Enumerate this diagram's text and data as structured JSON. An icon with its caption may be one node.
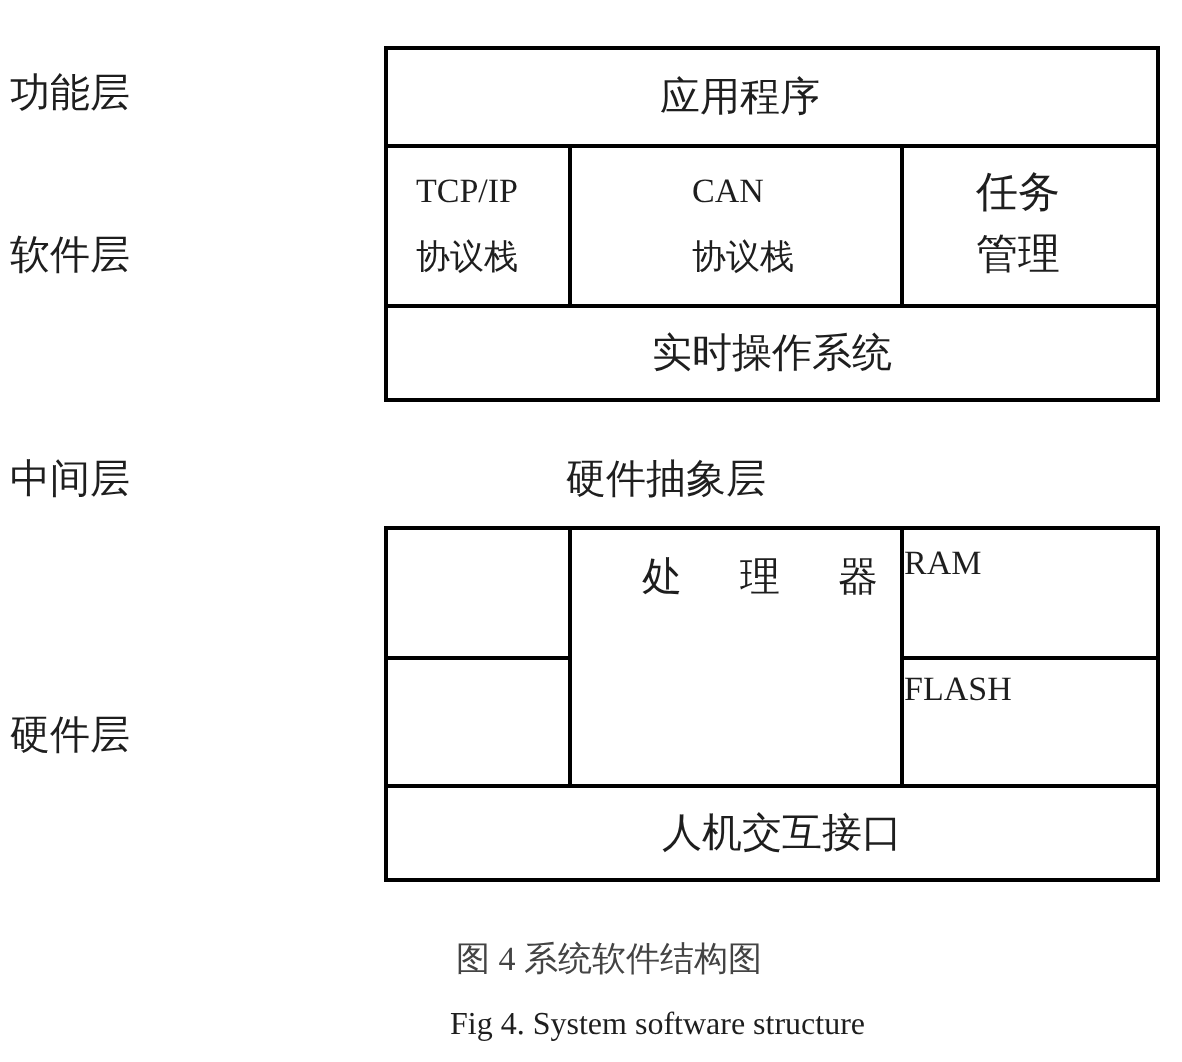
{
  "diagram": {
    "caption": "图 4 系统软件结构图",
    "nodes": [
      {
        "text": [
          "应用程序"
        ]
      },
      {
        "text": [
          "TCP/IP 协议栈"
        ]
      },
      {
        "text": [
          "CAN 协议栈"
        ]
      },
      {
        "text": [
          "任务管理"
        ]
      },
      {
        "text": [
          "实时操作系统"
        ]
      },
      {
        "text": [],
        "shape": "box"
      },
      {
        "text": [
          "处理器"
        ]
      },
      {
        "text": [
          "RAM"
        ]
      },
      {
        "text": [],
        "shape": "box"
      },
      {
        "text": [
          "FLASH"
        ]
      },
      {
        "text": [
          "人机交互接口"
        ]
      }
    ],
    "labels": [
      "功能层",
      "软件层",
      "中间层",
      "硬件抽象层",
      "硬件层",
      "Fig 4. System software structure"
    ]
  }
}
